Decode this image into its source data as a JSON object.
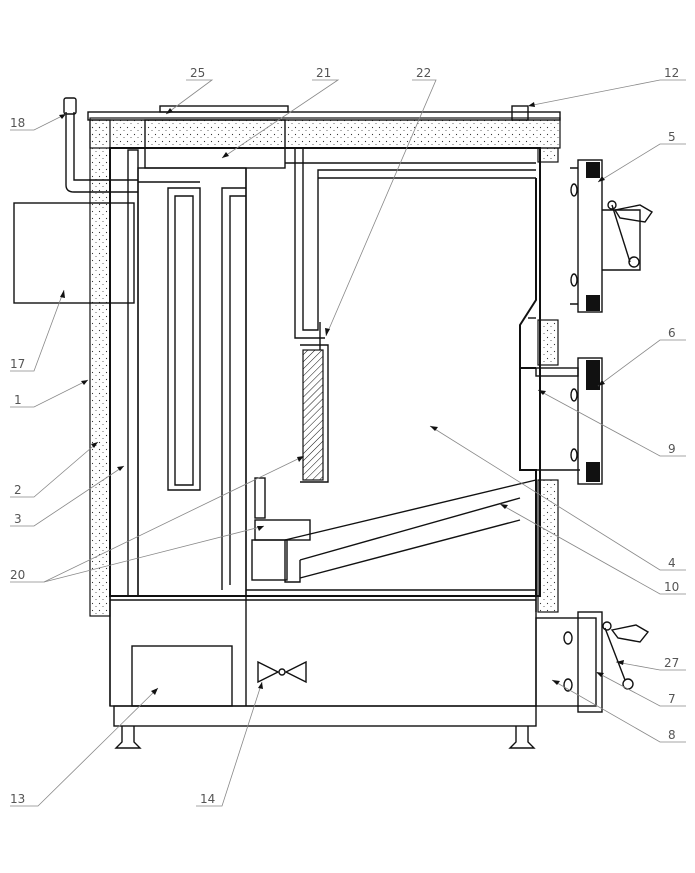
{
  "callouts": {
    "c1": "1",
    "c2": "2",
    "c3": "3",
    "c4": "4",
    "c5": "5",
    "c6": "6",
    "c7": "7",
    "c8": "8",
    "c9": "9",
    "c10": "10",
    "c12": "12",
    "c13": "13",
    "c14": "14",
    "c17": "17",
    "c18": "18",
    "c20": "20",
    "c21": "21",
    "c22": "22",
    "c25": "25",
    "c27": "27"
  }
}
